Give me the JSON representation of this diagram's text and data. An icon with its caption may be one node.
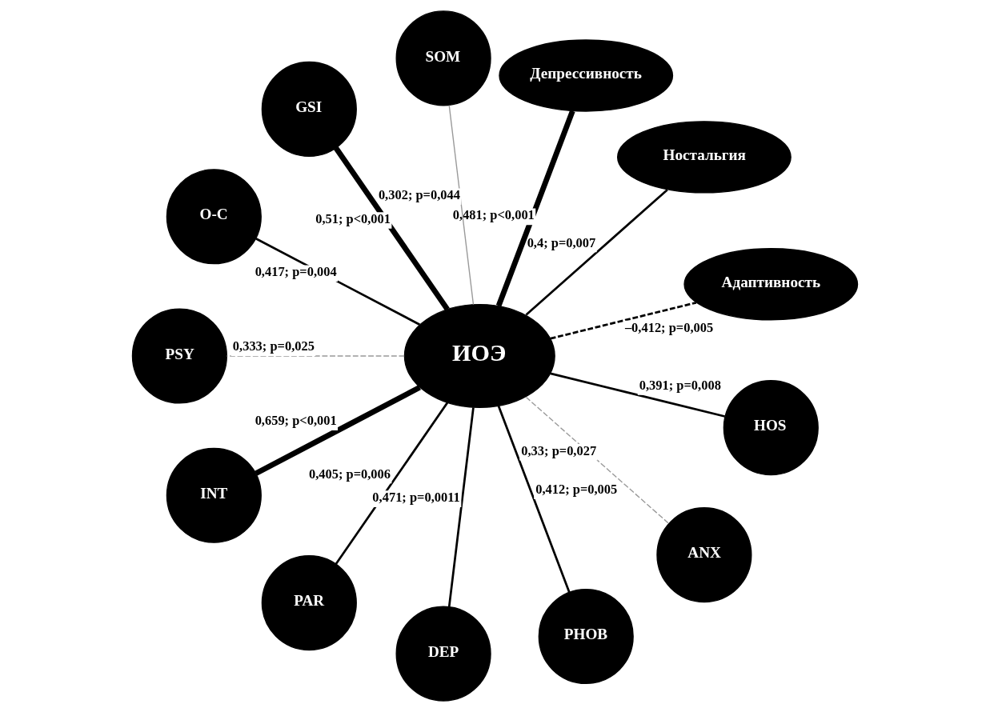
{
  "diagram": {
    "nodes": [
      {
        "text": [
          "Адаптивность"
        ]
      },
      {
        "text": [
          "Ностальгия"
        ]
      },
      {
        "text": [
          "Депрессивность"
        ]
      },
      {
        "text": [
          "SOM"
        ]
      },
      {
        "text": [
          "ИОЭ"
        ]
      },
      {
        "text": [
          "GSI"
        ]
      },
      {
        "text": [
          "O-C"
        ]
      },
      {
        "text": [
          "PSY"
        ]
      },
      {
        "text": [
          "INT"
        ]
      },
      {
        "text": [
          "PAR"
        ]
      },
      {
        "text": [
          "DEP"
        ]
      },
      {
        "text": [
          "PHOB"
        ]
      },
      {
        "text": [
          "ANX"
        ]
      },
      {
        "text": [
          "HOS"
        ]
      }
    ],
    "edges": [
      {
        "from": 4,
        "to": 5,
        "arrow": "none",
        "label": "0,51; p<0,001",
        "style": "thick"
      },
      {
        "from": 4,
        "to": 2,
        "arrow": "none",
        "label": "0,481; p<0,001",
        "style": "thick"
      },
      {
        "from": 4,
        "to": 0,
        "arrow": "none",
        "label": "–0,412; p=0,005",
        "style": "dashed"
      },
      {
        "from": 4,
        "to": 1,
        "arrow": "none",
        "label": "0,4; p=0,007"
      },
      {
        "from": 4,
        "to": 3,
        "arrow": "none",
        "label": "0,302; p=0,044",
        "color": "#999999"
      },
      {
        "from": 4,
        "to": 6,
        "arrow": "none",
        "label": "0,417; p=0,004"
      },
      {
        "from": 4,
        "to": 8,
        "arrow": "none",
        "label": "0,659; p<0,001",
        "style": "thick"
      },
      {
        "from": 4,
        "to": 10,
        "arrow": "none",
        "label": "0,471; p=0,0011"
      },
      {
        "from": 4,
        "to": 12,
        "arrow": "none",
        "label": "0,33; p=0,027",
        "style": "dashed",
        "color": "#999999"
      },
      {
        "from": 4,
        "to": 13,
        "arrow": "none",
        "label": "0,391; p=0,008"
      },
      {
        "from": 4,
        "to": 11,
        "arrow": "none",
        "label": "0,412; p=0,005"
      },
      {
        "from": 4,
        "to": 9,
        "arrow": "none",
        "label": "0,405; p=0,006"
      },
      {
        "from": 4,
        "to": 7,
        "arrow": "none",
        "label": "0,333; p=0,025",
        "style": "dashed",
        "color": "#999999"
      }
    ]
  }
}
